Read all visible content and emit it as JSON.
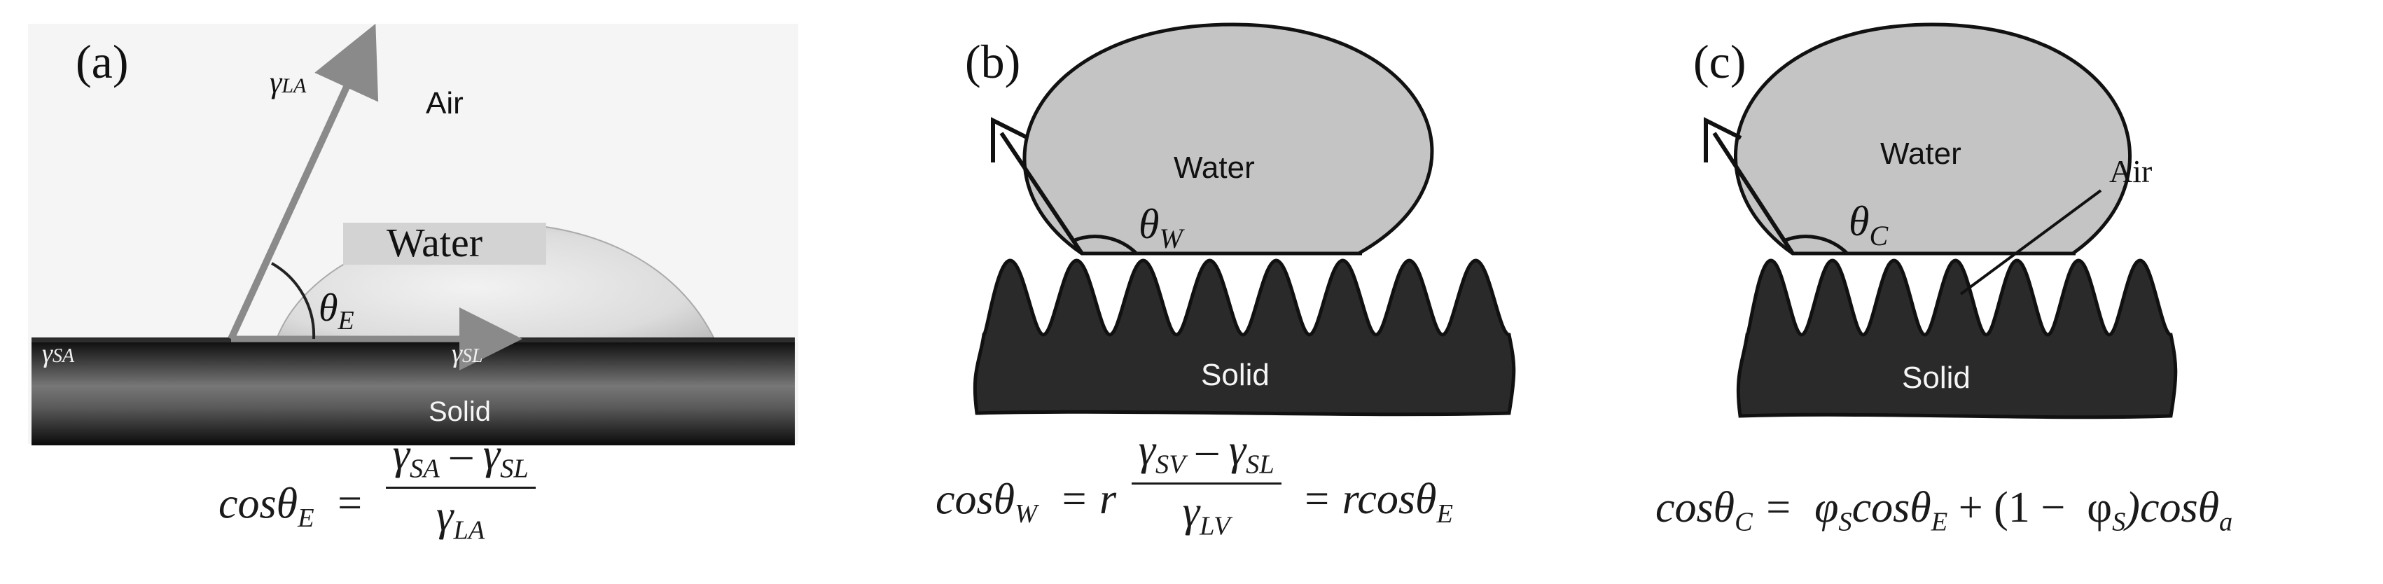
{
  "panels": {
    "a": {
      "label": "(a)",
      "air": "Air",
      "water": "Water",
      "solid": "Solid",
      "theta": "θ",
      "theta_sub": "E",
      "gamma_la": "γ",
      "gamma_la_sub": "LA",
      "gamma_sa": "γ",
      "gamma_sa_sub": "SA",
      "gamma_sl": "γ",
      "gamma_sl_sub": "SL",
      "eq": {
        "lhs": "cosθ",
        "lhs_sub": "E",
        "equals": "=",
        "num_a": "γ",
        "num_a_sub": "SA",
        "minus": " – ",
        "num_b": "γ",
        "num_b_sub": "SL",
        "den": "γ",
        "den_sub": "LA"
      }
    },
    "b": {
      "label": "(b)",
      "water": "Water",
      "solid": "Solid",
      "theta": "θ",
      "theta_sub": "W",
      "eq": {
        "lhs": "cosθ",
        "lhs_sub": "W",
        "equals": "= r",
        "num_a": "γ",
        "num_a_sub": "SV",
        "minus": " – ",
        "num_b": "γ",
        "num_b_sub": "SL",
        "den": "γ",
        "den_sub": "LV",
        "rhs": "= rcosθ",
        "rhs_sub": "E"
      }
    },
    "c": {
      "label": "(c)",
      "water": "Water",
      "solid": "Solid",
      "air": "Air",
      "theta": "θ",
      "theta_sub": "C",
      "eq": {
        "lhs": "cosθ",
        "lhs_sub": "C",
        "equals": " =  φ",
        "phi1_sub": "S",
        "cos1": "cosθ",
        "cos1_sub": "E",
        "plus": " + (1 −  φ",
        "phi2_sub": "S",
        "close": ")cosθ",
        "cos2_sub": "a"
      }
    }
  },
  "colors": {
    "water_fill": "#c4c4c4",
    "solid_fill": "#2a2a2a",
    "arrow": "#8a8a8a",
    "line": "#111111"
  }
}
